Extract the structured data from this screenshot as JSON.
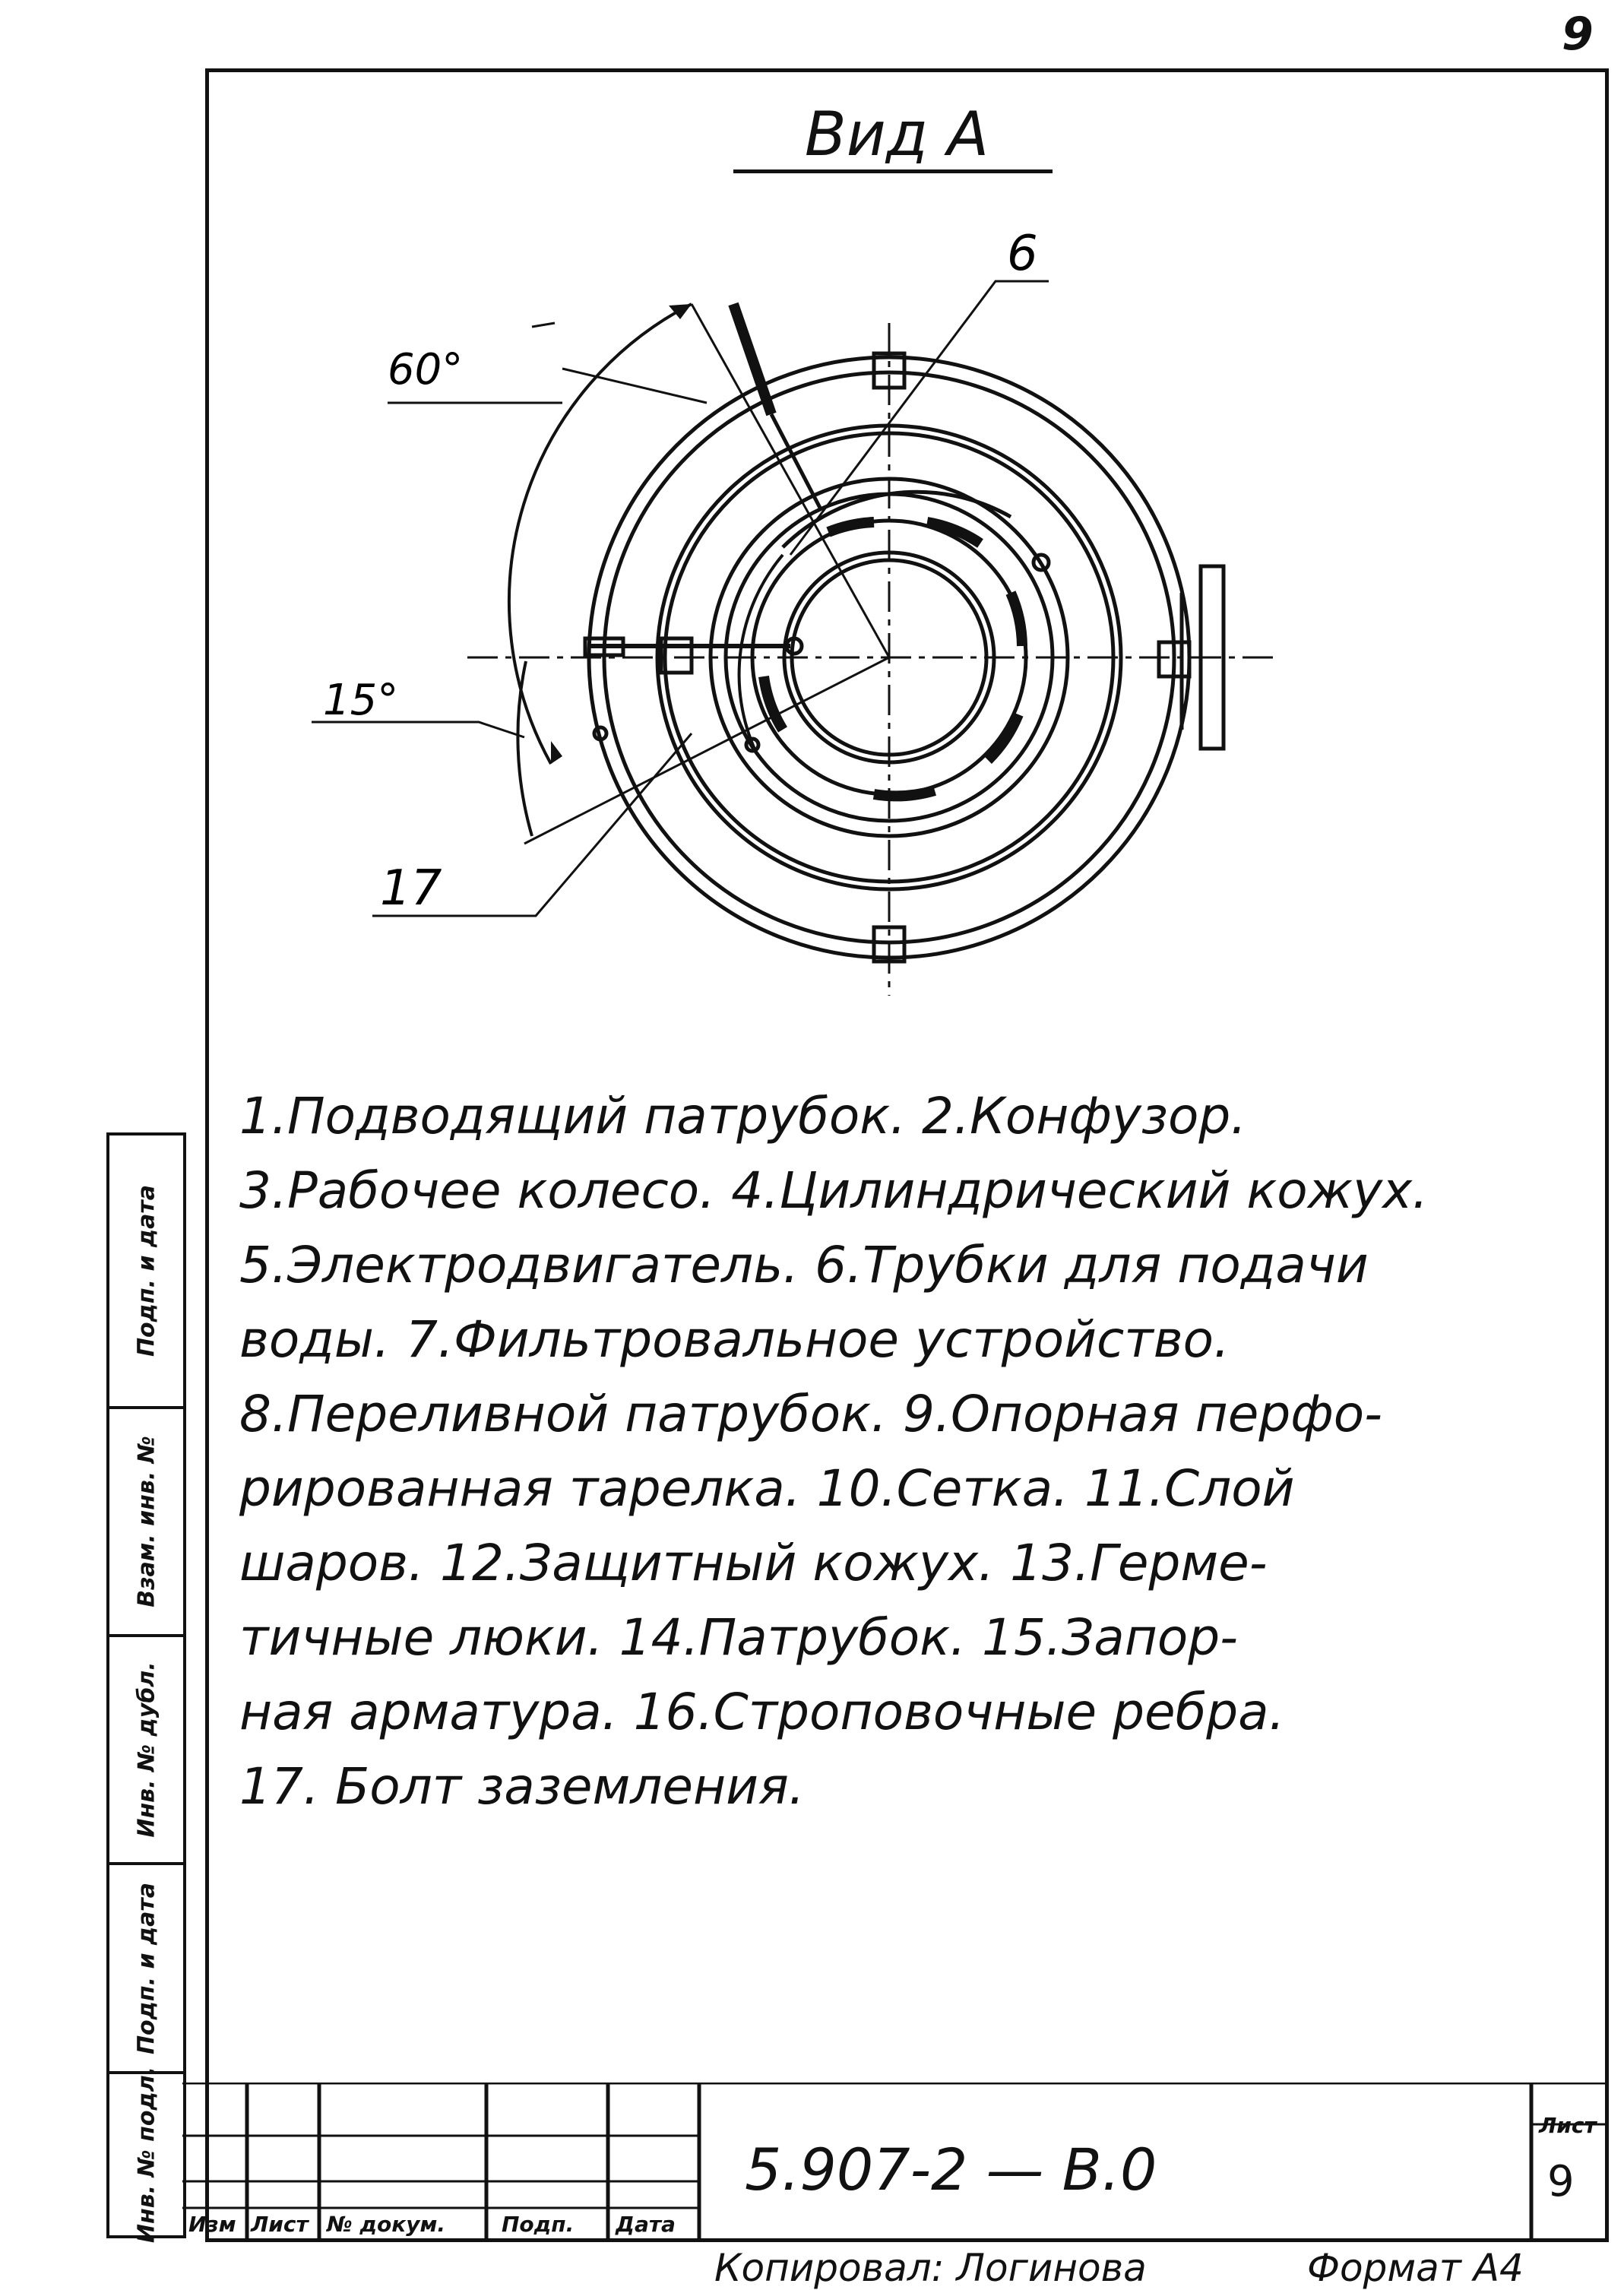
{
  "page_number": "9",
  "view_title": "Вид A",
  "callouts": {
    "angle_top": "60°",
    "angle_bottom": "15°",
    "item_6": "6",
    "item_17": "17"
  },
  "legend_lines": [
    "1.Подводящий  патрубок.  2.Конфузор.",
    "3.Рабочее  колесо.  4.Цилиндрический  кожух.",
    "5.Электродвигатель.  6.Трубки  для  подачи",
    "воды.  7.Фильтровальное  устройство.",
    "8.Переливной  патрубок.  9.Опорная  перфо-",
    "рированная  тарелка.  10.Сетка.  11.Слой",
    "шаров.  12.Защитный  кожух.  13.Герме-",
    "тичные  люки.  14.Патрубок.  15.Запор-",
    "ная  арматура.  16.Строповочные  ребра.",
    "17.  Болт  заземления."
  ],
  "side_stamp": [
    "Подп. и дата",
    "Взам. инв. №",
    "Инв. № дубл.",
    "Подп. и дата",
    "Инв. № подл."
  ],
  "title_block": {
    "columns": [
      "Изм",
      "Лист",
      "№ докум.",
      "Подп.",
      "Дата"
    ],
    "document_code": "5.907-2  —  В.0",
    "sheet_label": "Лист",
    "sheet_number": "9"
  },
  "bottom_notes": {
    "copied_by": "Копировал: Логинова",
    "format": "Формат А4"
  }
}
